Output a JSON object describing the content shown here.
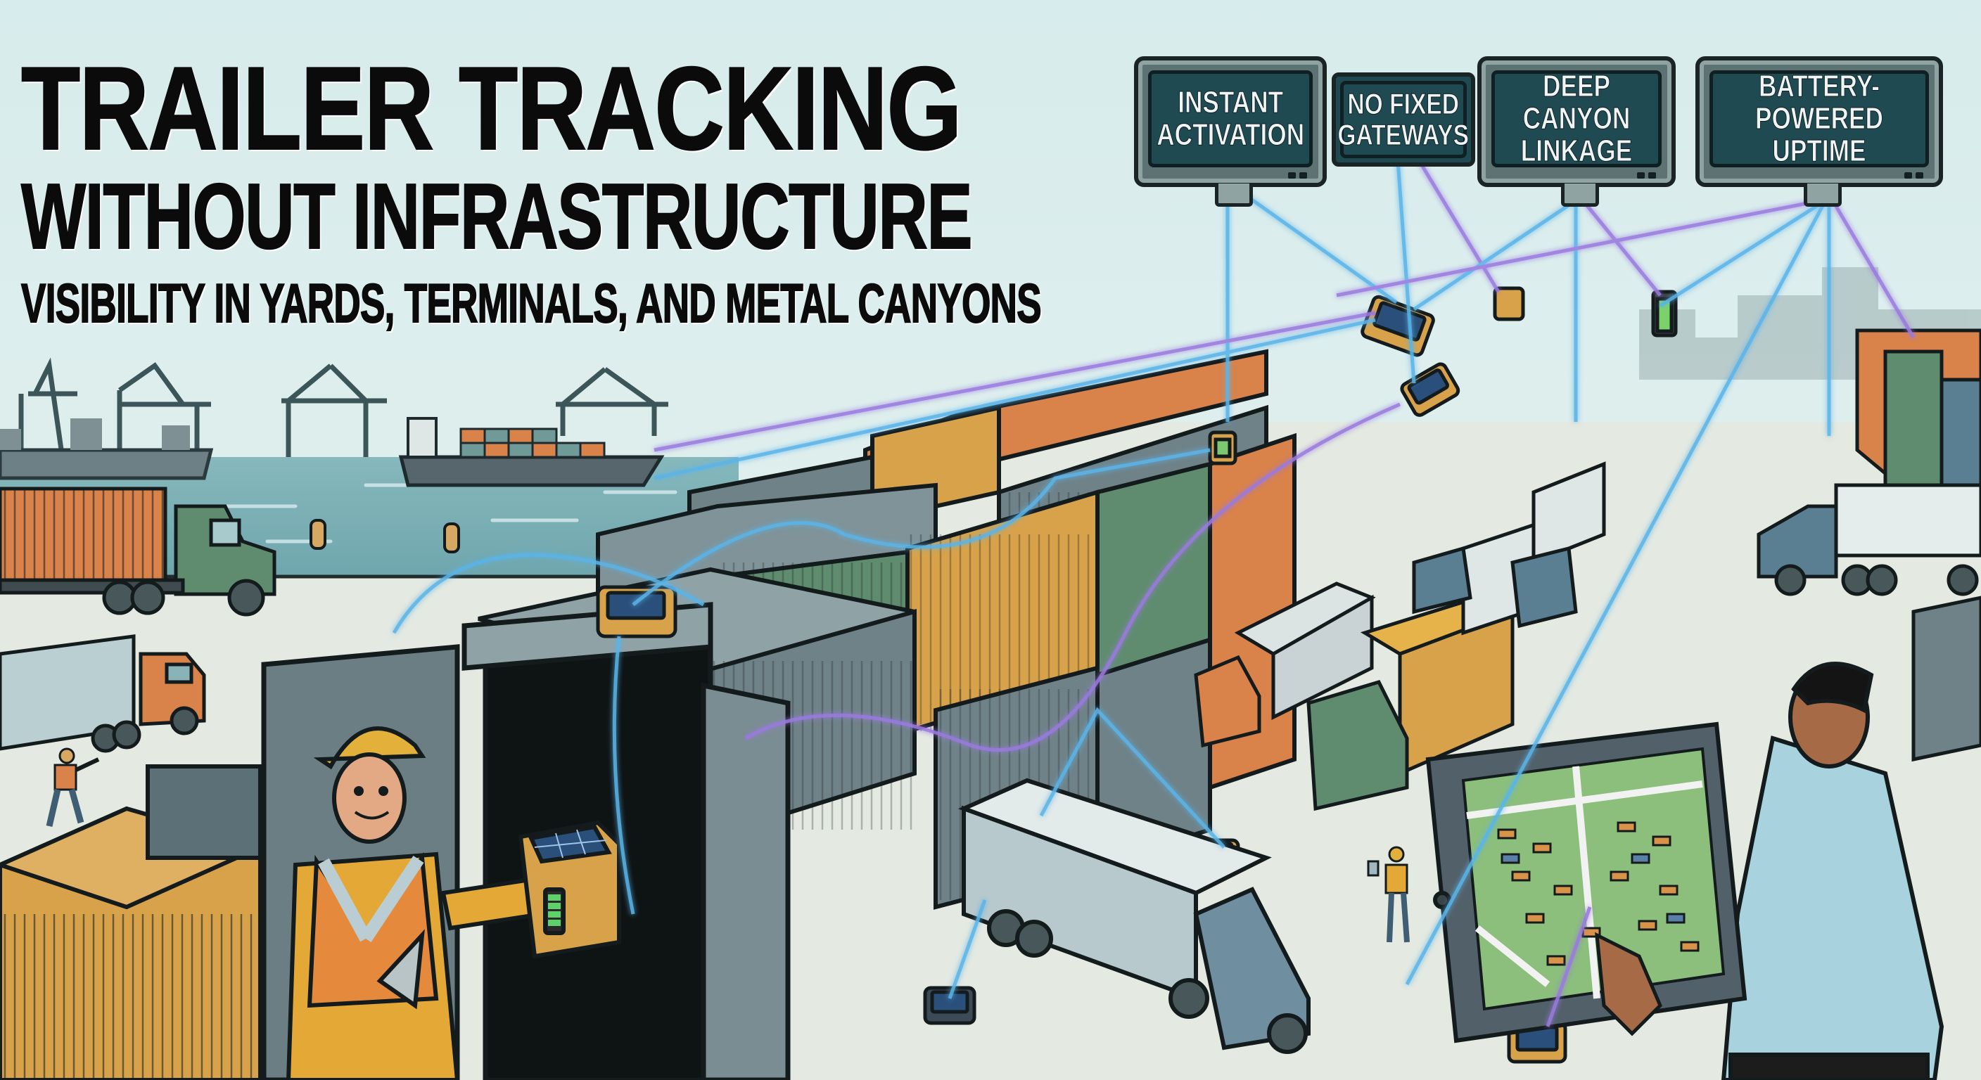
{
  "header": {
    "title_line1": "TRAILER TRACKING",
    "title_line2": "WITHOUT INFRASTRUCTURE",
    "subtitle": "VISIBILITY IN YARDS, TERMINALS, AND METAL CANYONS"
  },
  "feature_panels": [
    {
      "label": "INSTANT\nACTIVATION",
      "icon": "monitor-icon"
    },
    {
      "label": "NO FIXED\nGATEWAYS",
      "icon": "monitor-icon"
    },
    {
      "label": "DEEP CANYON\nLINKAGE",
      "icon": "monitor-icon"
    },
    {
      "label": "BATTERY-POWERED\nUPTIME",
      "icon": "monitor-icon"
    }
  ],
  "scene": {
    "background": "port terminal yard with container stacks, trucks, cranes, cargo ships",
    "devices": [
      "solar-tracker-device",
      "battery-indicator-icon",
      "signal-beam"
    ],
    "people": [
      "yard-worker-with-wrench-and-tracker",
      "manager-with-tablet-map",
      "walking-worker",
      "worker-with-tablet"
    ],
    "tablet_screen": "yard map with trailer markers"
  },
  "colors": {
    "sky": "#dceeee",
    "water": "#7fb3b8",
    "ground": "#e6ebe4",
    "panel_screen": "#1f4a52",
    "panel_frame": "#8fa3a3",
    "container_orange": "#d9824a",
    "container_green": "#5f8c6e",
    "container_gray": "#6f8288",
    "container_yellow": "#d8a24a",
    "beam_blue": "#5ab4e8",
    "beam_purple": "#9a7ae0",
    "outline": "#141b1d"
  }
}
